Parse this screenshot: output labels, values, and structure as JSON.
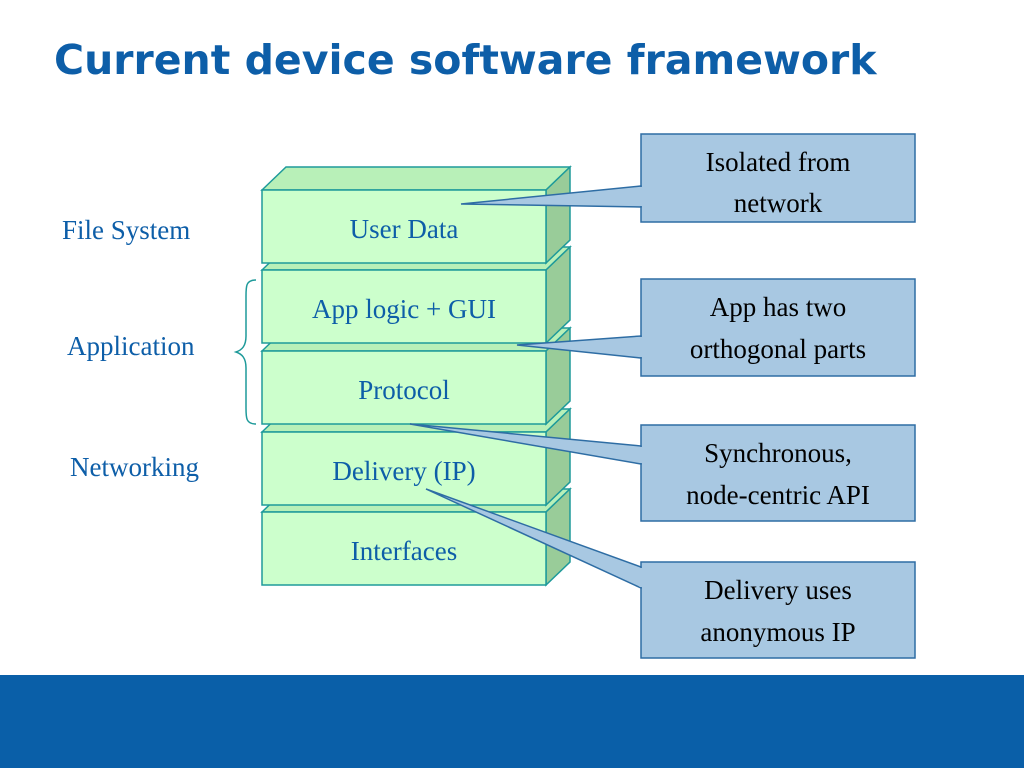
{
  "title": "Current device software framework",
  "side_labels": {
    "file_system": "File System",
    "application": "Application",
    "networking": "Networking"
  },
  "layers": [
    {
      "label": "User Data"
    },
    {
      "label": "App logic + GUI"
    },
    {
      "label": "Protocol"
    },
    {
      "label": "Delivery (IP)"
    },
    {
      "label": "Interfaces"
    }
  ],
  "callouts": [
    {
      "line1": "Isolated from",
      "line2": "network"
    },
    {
      "line1": "App has two",
      "line2": "orthogonal parts"
    },
    {
      "line1": "Synchronous,",
      "line2": "node-centric API"
    },
    {
      "line1": "Delivery uses",
      "line2": "anonymous IP"
    }
  ],
  "colors": {
    "title": "#0d5ea8",
    "side_label": "#0d5ea8",
    "layer_front": "#ccffcc",
    "layer_top": "#b8f0b8",
    "layer_side": "#99cc99",
    "layer_stroke": "#1e9a9a",
    "layer_text": "#0d5ea8",
    "callout_fill": "#a8c8e2",
    "callout_stroke": "#2e6da4",
    "callout_text": "#000000",
    "footer_bar": "#0a5fa8"
  }
}
